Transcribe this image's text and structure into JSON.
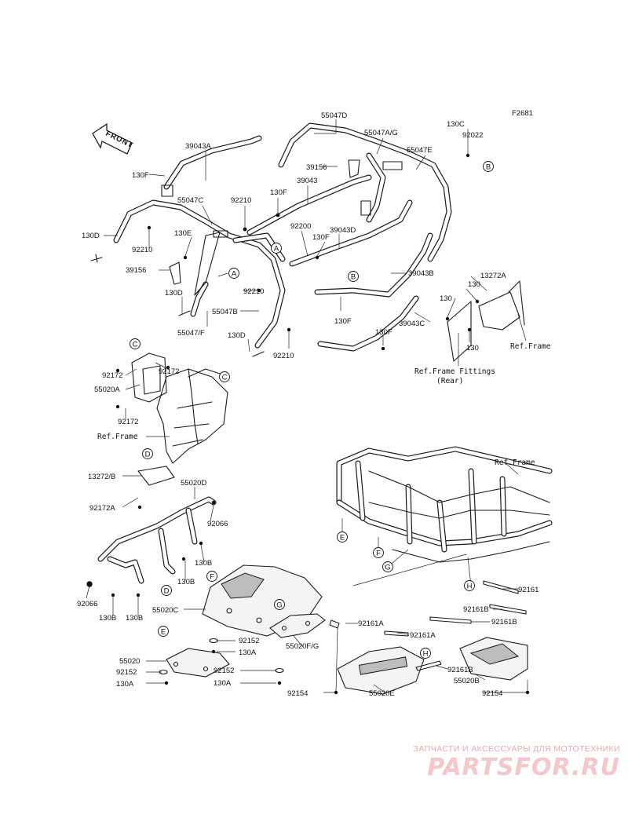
{
  "drawing_code": "F2681",
  "front_label": "FRONT",
  "callouts": [
    "A",
    "B",
    "C",
    "D",
    "E",
    "F",
    "G",
    "H"
  ],
  "refs": {
    "ref_frame": "Ref.Frame",
    "ref_frame_fittings_line1": "Ref.Frame Fittings",
    "ref_frame_fittings_line2": "(Rear)"
  },
  "parts": [
    "55047D",
    "F2681",
    "130C",
    "92022",
    "55047A/G",
    "55047E",
    "39043A",
    "130F",
    "39156",
    "39043",
    "55047C",
    "92210",
    "130D",
    "130E",
    "92200",
    "39043D",
    "39043B",
    "13272A",
    "130",
    "39043C",
    "55047B",
    "55047/F",
    "92172",
    "55020A",
    "13272/B",
    "55020D",
    "92172A",
    "92066",
    "130B",
    "55020C",
    "92152",
    "130A",
    "55020F/G",
    "55020",
    "92161",
    "92161A",
    "92161B",
    "55020B",
    "92154",
    "55020E"
  ],
  "watermark": {
    "tagline": "ЗАПЧАСТИ И АКСЕССУАРЫ ДЛЯ МОТОТЕХНИКИ",
    "logo": "PARTSFOR.RU"
  }
}
